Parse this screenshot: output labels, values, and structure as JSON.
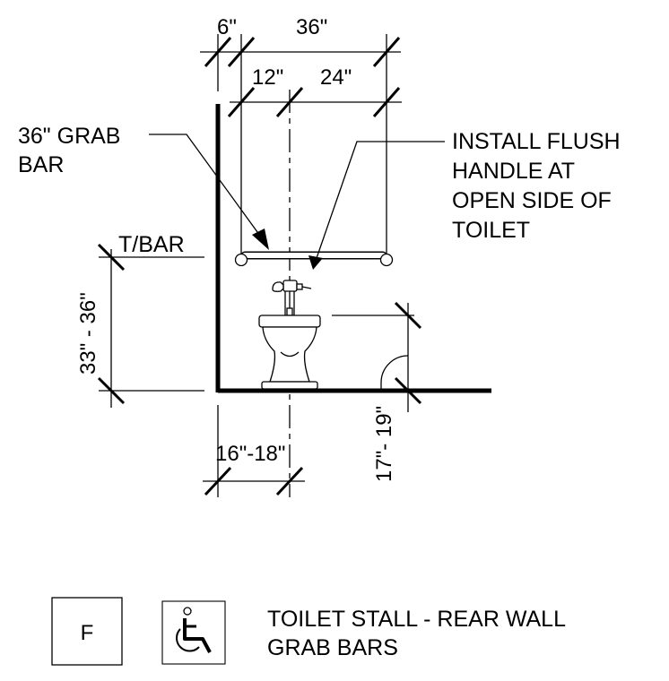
{
  "dimensions": {
    "wall_offset": "6\"",
    "overall_bar": "36\"",
    "bar_to_center": "12\"",
    "center_to_bar_end": "24\"",
    "bar_height": "33\" - 36\"",
    "toilet_centerline": "16\"-18\"",
    "seat_height": "17\"- 19\""
  },
  "notes": {
    "grab_bar_line1": "36\" GRAB",
    "grab_bar_line2": "BAR",
    "flush_line1": "INSTALL FLUSH",
    "flush_line2": "HANDLE AT",
    "flush_line3": "OPEN SIDE OF",
    "flush_line4": "TOILET",
    "top_of_bar": "T/BAR"
  },
  "title_block": {
    "detail_letter": "F",
    "icon": "wheelchair-accessibility-icon",
    "title_line1": "TOILET STALL - REAR WALL",
    "title_line2": "GRAB BARS"
  }
}
